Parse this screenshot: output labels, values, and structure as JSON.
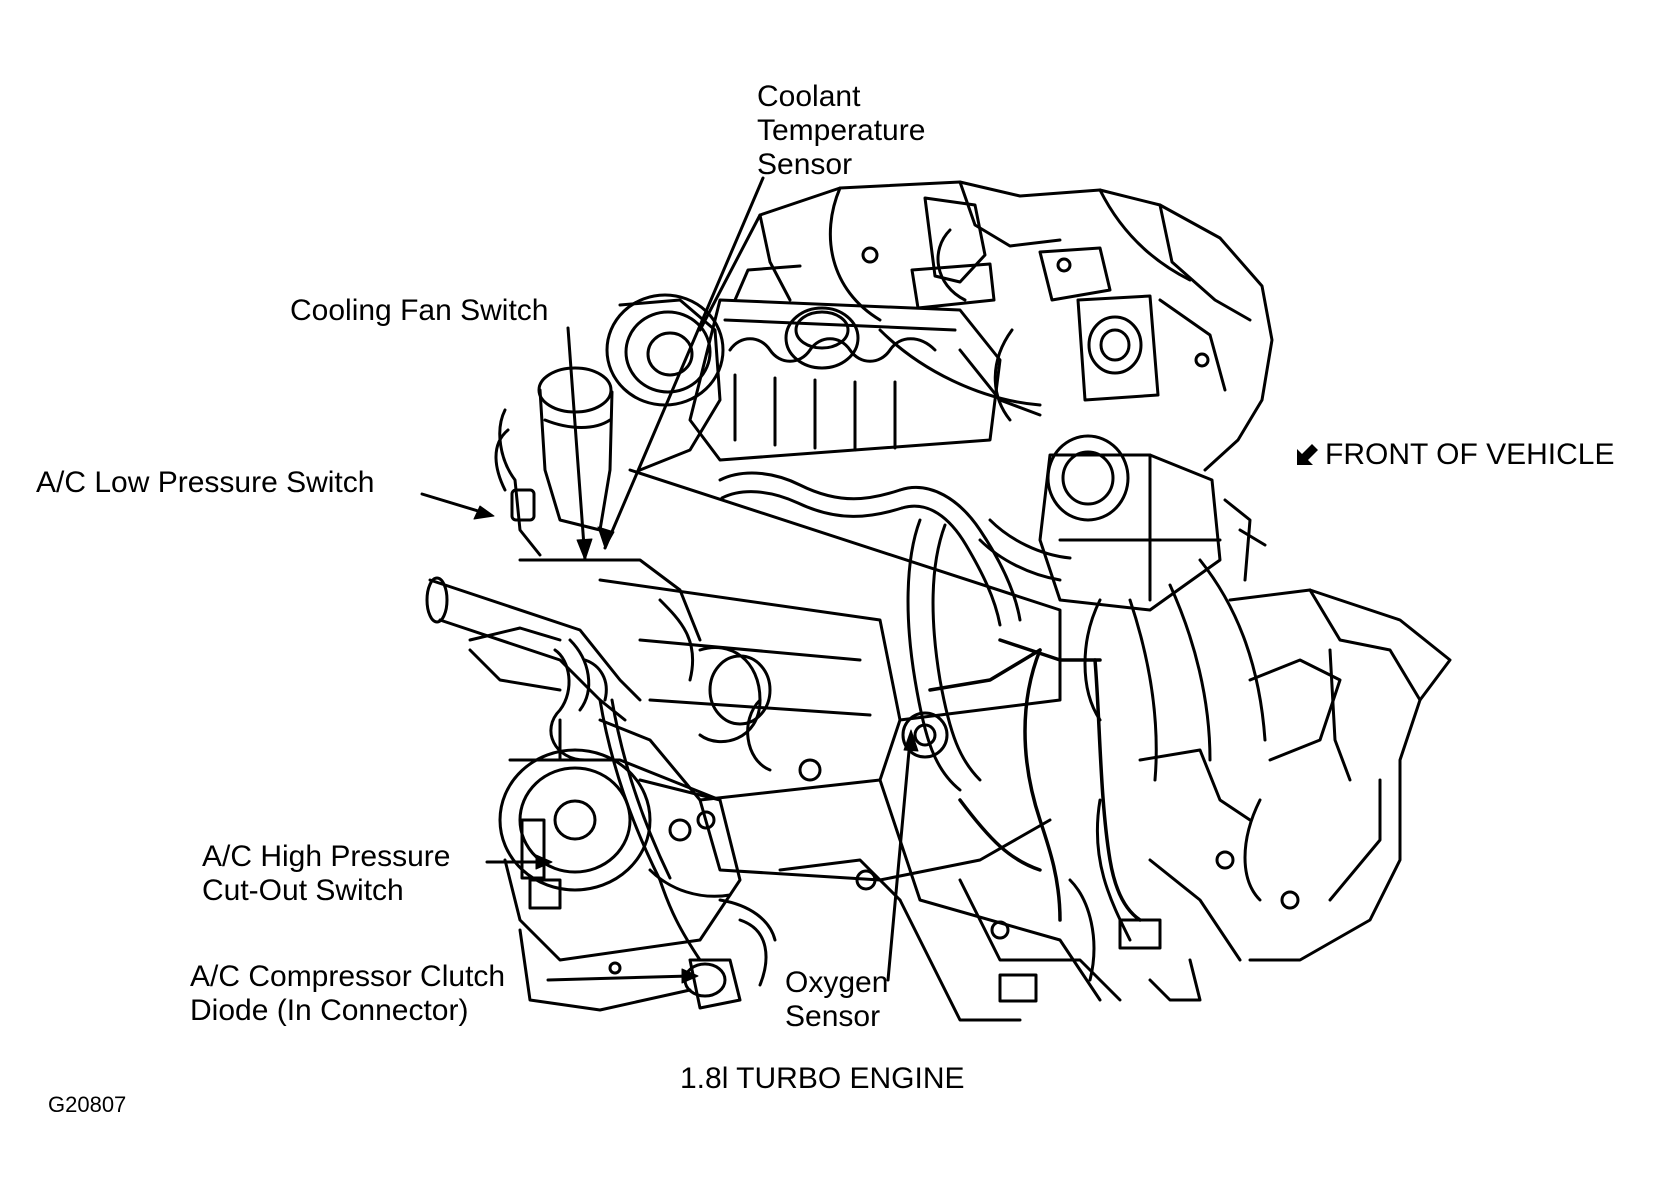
{
  "diagram": {
    "caption": "1.8l TURBO ENGINE",
    "figure_id": "G20807",
    "front_indicator": "FRONT OF VEHICLE",
    "callouts": {
      "coolant_sensor": [
        "Coolant",
        "Temperature",
        "Sensor"
      ],
      "cooling_fan_switch": [
        "Cooling Fan Switch"
      ],
      "ac_low_pressure": [
        "A/C Low Pressure Switch"
      ],
      "ac_high_pressure": [
        "A/C High Pressure",
        "Cut-Out Switch"
      ],
      "ac_clutch_diode": [
        "A/C Compressor Clutch",
        "Diode (In Connector)"
      ],
      "oxygen_sensor": [
        "Oxygen",
        "Sensor"
      ]
    }
  }
}
